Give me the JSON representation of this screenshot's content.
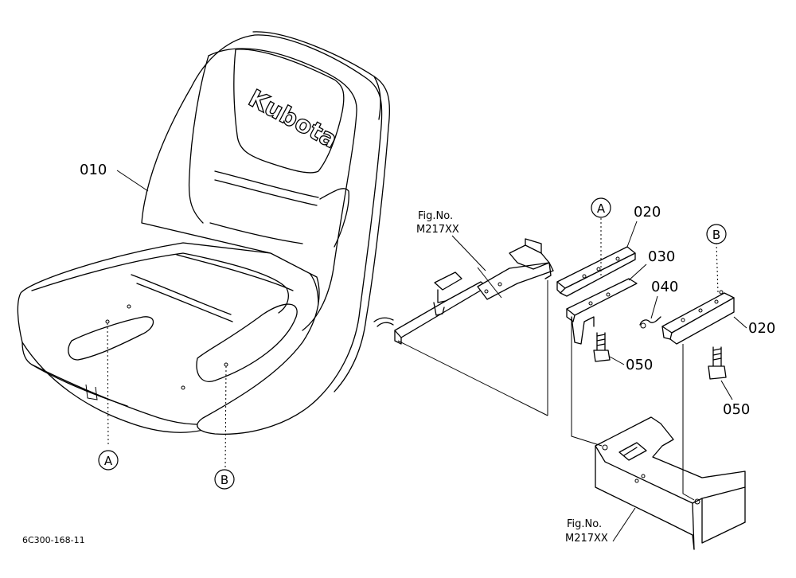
{
  "parts": {
    "seat": "010",
    "bracket_right_upper": "020",
    "bracket_right_lower": "020",
    "bracket_plate": "030",
    "pin": "040",
    "bolt_a": "050",
    "bolt_b": "050"
  },
  "markers": {
    "a_top": "A",
    "b_top": "B",
    "a_seat": "A",
    "b_seat": "B"
  },
  "seat_logo": "Kubota",
  "fig_refs": {
    "upper_label": "Fig.No.",
    "upper_number": "M217XX",
    "lower_label": "Fig.No.",
    "lower_number": "M217XX"
  },
  "drawing_id": "6C300-168-11"
}
